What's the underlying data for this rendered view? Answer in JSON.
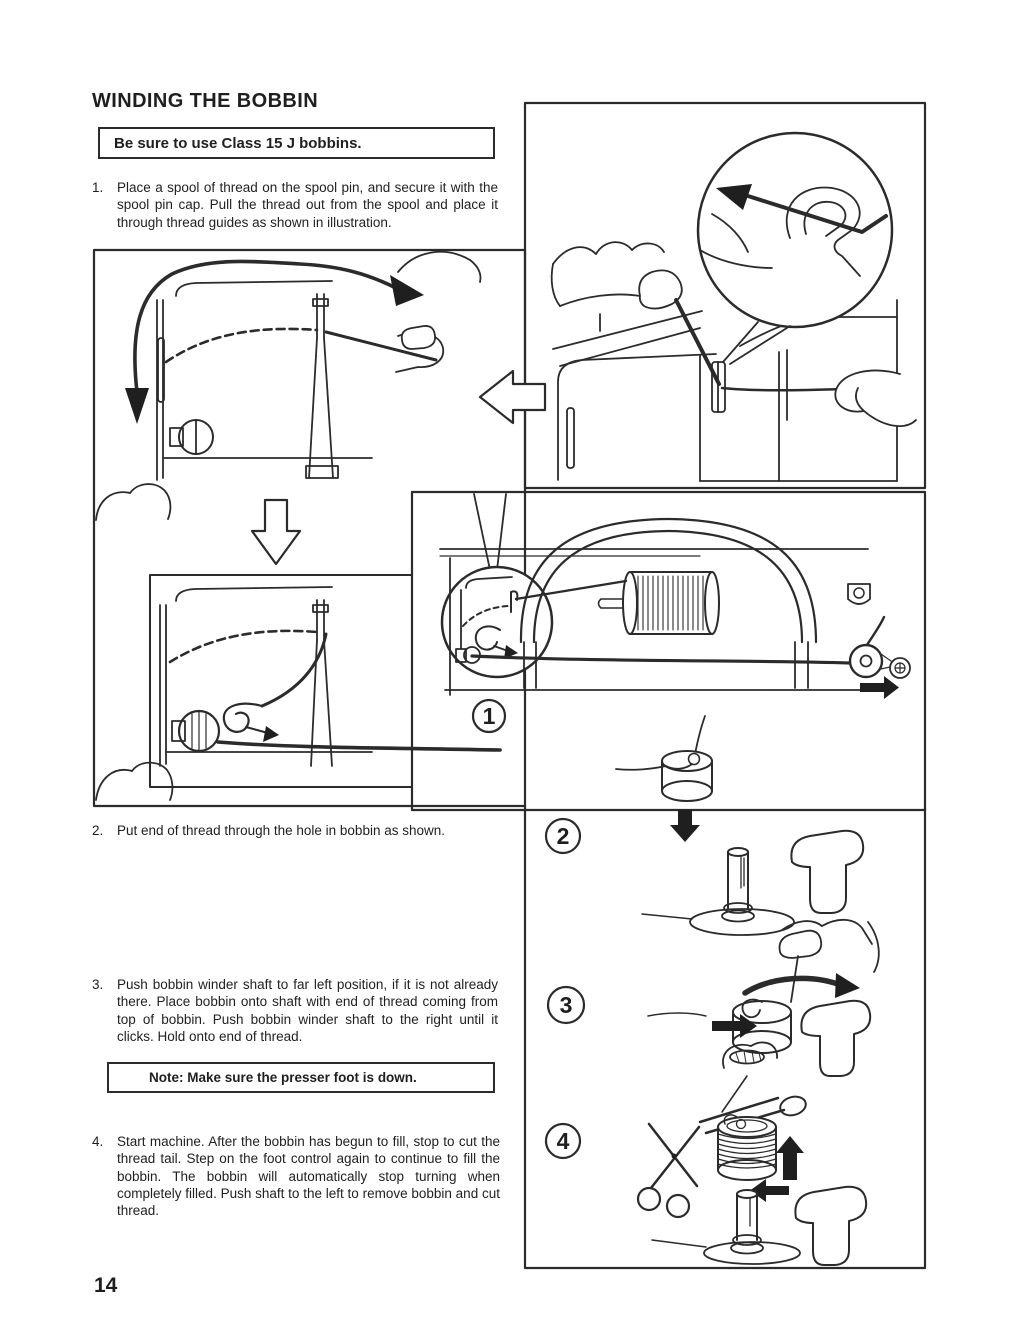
{
  "page": {
    "title": "WINDING THE BOBBIN",
    "number": "14"
  },
  "notices": {
    "bobbin_class": "Be sure to use Class 15 J bobbins.",
    "presser_foot": "Note: Make sure the presser foot is down."
  },
  "steps": [
    {
      "num": "1.",
      "text": "Place a spool of thread on the spool pin, and secure it with the spool pin cap. Pull the thread out from the spool and place it through thread guides as shown in illustration."
    },
    {
      "num": "2.",
      "text": "Put end of thread through the hole in bobbin as shown."
    },
    {
      "num": "3.",
      "text": "Push bobbin winder shaft to far left position, if it is not already there. Place bobbin onto shaft with end of thread coming from top of bobbin. Push bobbin winder shaft to the right until it clicks. Hold onto end of thread."
    },
    {
      "num": "4.",
      "text": "Start machine. After the bobbin has begun to fill, stop to cut the thread tail. Step on the foot control again to continue to fill the bobbin. The bobbin will automatically stop turning when completely filled. Push shaft to the left to remove bobbin and cut thread."
    }
  ],
  "figures": [
    {
      "label": "1"
    },
    {
      "label": "2"
    },
    {
      "label": "3"
    },
    {
      "label": "4"
    }
  ],
  "colors": {
    "ink": "#2b2b2b",
    "paper": "#ffffff"
  }
}
